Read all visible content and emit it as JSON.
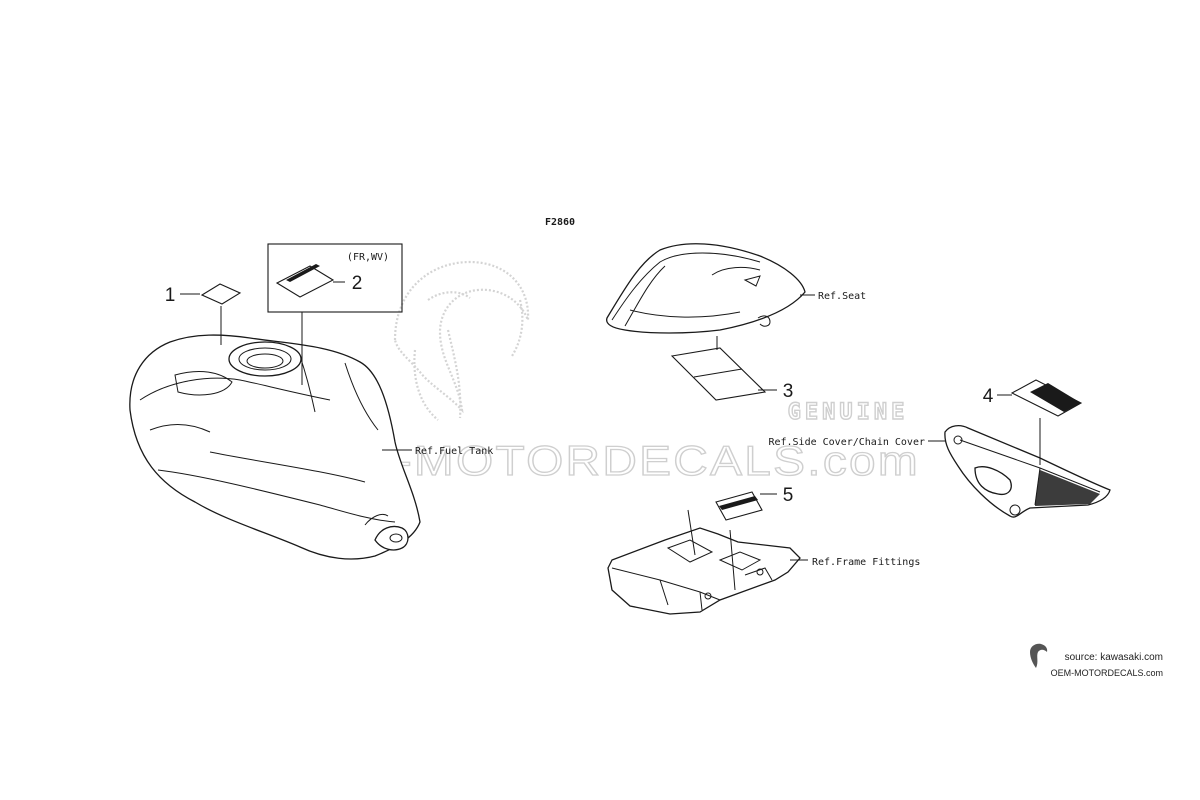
{
  "diagram": {
    "figure_code": "F2860",
    "variant_note": "(FR,WV)",
    "callouts": [
      {
        "id": "1",
        "label": "1"
      },
      {
        "id": "2",
        "label": "2"
      },
      {
        "id": "3",
        "label": "3"
      },
      {
        "id": "4",
        "label": "4"
      },
      {
        "id": "5",
        "label": "5"
      }
    ],
    "references": {
      "fuel_tank": "Ref.Fuel Tank",
      "seat": "Ref.Seat",
      "side_cover": "Ref.Side Cover/Chain Cover",
      "frame_fittings": "Ref.Frame Fittings"
    }
  },
  "watermark": {
    "genuine": "GENUINE",
    "site": "OEM-MOTORDECALS.com"
  },
  "credit": {
    "source": "source: kawasaki.com",
    "site": "OEM-MOTORDECALS.com"
  },
  "colors": {
    "ink": "#1a1a1a",
    "watermark": "#d9d9d9"
  }
}
